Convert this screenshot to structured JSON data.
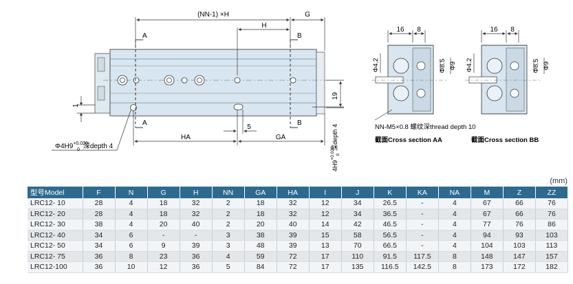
{
  "drawing": {
    "dims": {
      "pitch": "(NN-1) ×H",
      "g": "G",
      "h": "H",
      "a_top": "A",
      "b_top": "B",
      "a_bot": "A",
      "b_bot": "B",
      "ha": "HA",
      "ga": "GA",
      "five": "5",
      "nineteen": "19",
      "one": "1",
      "hole_left_main": "Φ4H9",
      "hole_left_tol": "+0.030",
      "hole_left_tol0": "0",
      "hole_left_depth": "深depth 4",
      "hole_right_main": "4H9",
      "hole_right_tol": "+0.030",
      "hole_right_tol0": "0",
      "hole_right_depth": "深depth 4"
    },
    "section_aa": {
      "w16": "16",
      "w8": "8",
      "d42": "Φ4.2",
      "d85": "Φ8.5",
      "d9": "Φ9",
      "thread": "NN-M5×0.8 螺纹深thread depth 10",
      "caption": "截面Cross section AA"
    },
    "section_bb": {
      "w16": "16",
      "w8": "8",
      "d42": "Φ4.2",
      "d85": "Φ8.5",
      "d9": "Φ9",
      "caption": "截面Cross section BB"
    }
  },
  "table": {
    "unit": "(mm)",
    "headers": [
      "型号Model",
      "F",
      "N",
      "G",
      "H",
      "NN",
      "GA",
      "HA",
      "I",
      "J",
      "K",
      "KA",
      "NA",
      "M",
      "Z",
      "ZZ"
    ],
    "rows": [
      [
        "LRC12- 10",
        "28",
        "4",
        "18",
        "32",
        "2",
        "18",
        "32",
        "12",
        "34",
        "26.5",
        "-",
        "4",
        "67",
        "66",
        "76"
      ],
      [
        "LRC12- 20",
        "28",
        "4",
        "18",
        "32",
        "2",
        "18",
        "32",
        "12",
        "34",
        "36.5",
        "-",
        "4",
        "67",
        "66",
        "76"
      ],
      [
        "LRC12- 30",
        "38",
        "4",
        "20",
        "40",
        "2",
        "20",
        "40",
        "14",
        "42",
        "46.5",
        "-",
        "4",
        "77",
        "76",
        "86"
      ],
      [
        "LRC12- 40",
        "34",
        "6",
        "-",
        "-",
        "3",
        "38",
        "39",
        "15",
        "58",
        "56.5",
        "-",
        "4",
        "94",
        "93",
        "103"
      ],
      [
        "LRC12- 50",
        "34",
        "6",
        "9",
        "39",
        "3",
        "48",
        "39",
        "13",
        "70",
        "66.5",
        "-",
        "4",
        "104",
        "103",
        "113"
      ],
      [
        "LRC12- 75",
        "36",
        "8",
        "23",
        "36",
        "4",
        "59",
        "72",
        "17",
        "110",
        "91.5",
        "117.5",
        "8",
        "148",
        "147",
        "157"
      ],
      [
        "LRC12-100",
        "36",
        "10",
        "12",
        "36",
        "5",
        "84",
        "72",
        "17",
        "135",
        "116.5",
        "142.5",
        "8",
        "173",
        "172",
        "182"
      ]
    ]
  }
}
